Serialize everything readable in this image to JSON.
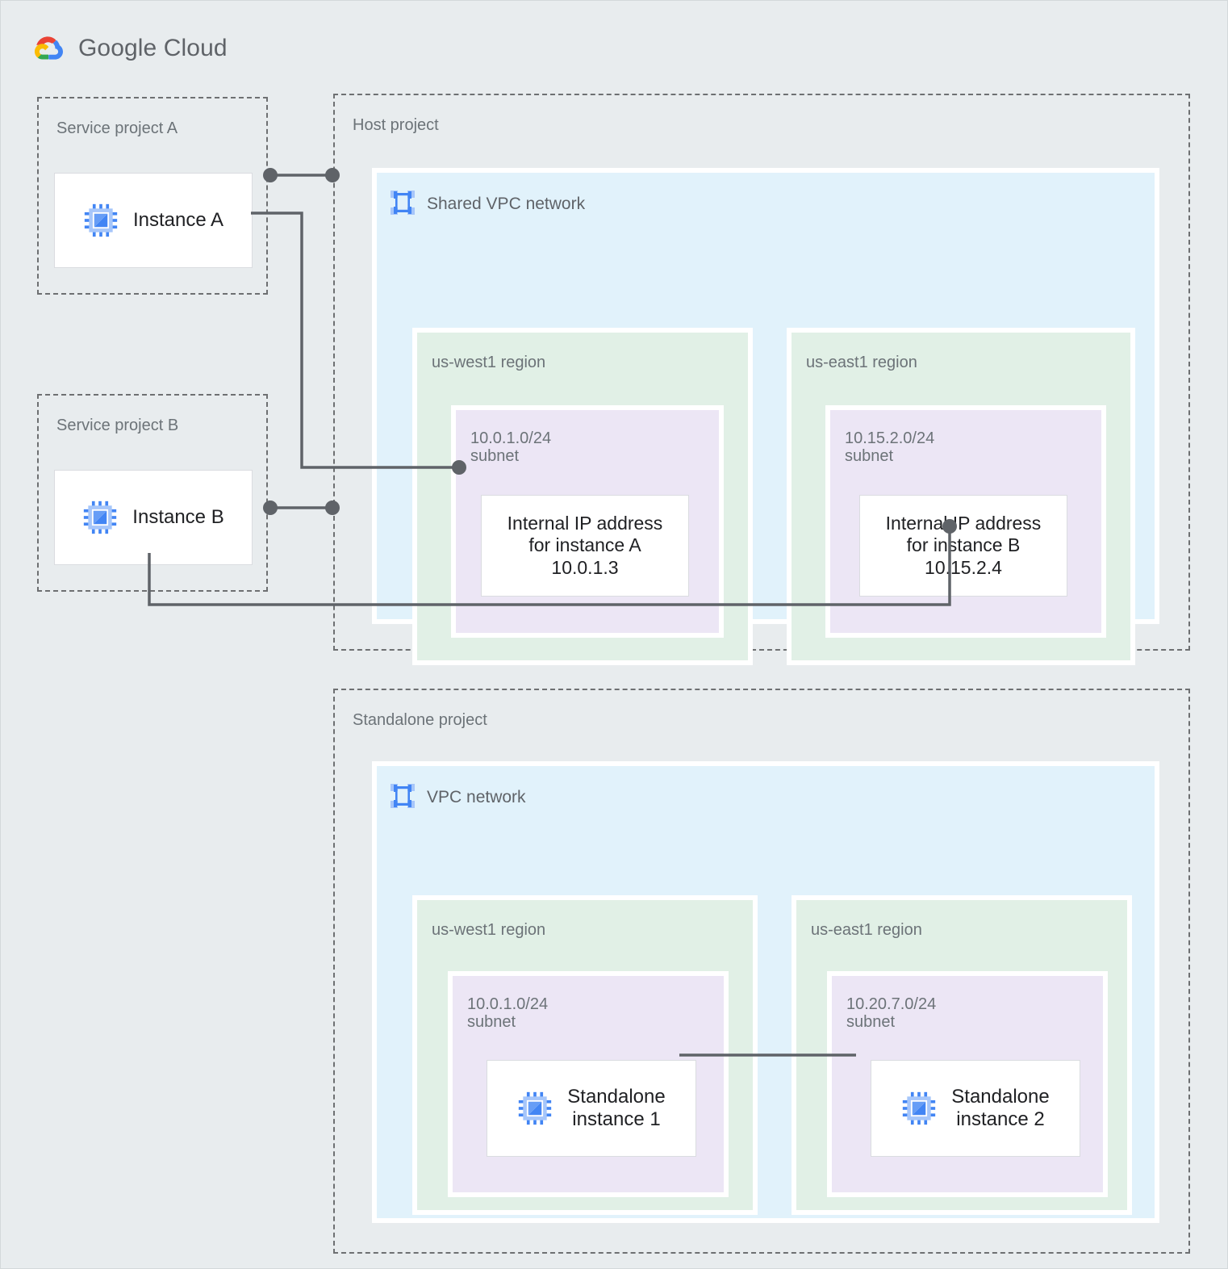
{
  "brand": {
    "name_bold": "Google",
    "name_light": " Cloud",
    "logo_icon": "google-cloud-logo",
    "colors": {
      "red": "#ea4335",
      "yellow": "#fbbc04",
      "green": "#34a853",
      "blue": "#4285f4"
    }
  },
  "palette": {
    "page_background": "#e8ecee",
    "project_border": "#6e7072",
    "vpc_fill": "#e1f2fb",
    "region_fill": "#e1f0e6",
    "subnet_fill": "#ece6f5",
    "card_fill": "#ffffff",
    "card_border": "#dadce0",
    "wire": "#5f6368",
    "label_text": "#6c7378",
    "card_text": "#202124",
    "icon_blue": "#4285f4",
    "icon_blue_light": "#a6c6fa"
  },
  "projects": [
    {
      "id": "service-project-a",
      "label": "Service project A"
    },
    {
      "id": "host-project",
      "label": "Host project"
    },
    {
      "id": "service-project-b",
      "label": "Service project B"
    },
    {
      "id": "standalone-project",
      "label": "Standalone project"
    }
  ],
  "networks": [
    {
      "id": "shared-vpc",
      "label": "Shared VPC network",
      "icon": "vpc-network-icon"
    },
    {
      "id": "standalone-vpc",
      "label": "VPC network",
      "icon": "vpc-network-icon"
    }
  ],
  "regions": [
    {
      "id": "host-us-west1",
      "label": "us-west1 region"
    },
    {
      "id": "host-us-east1",
      "label": "us-east1 region"
    },
    {
      "id": "standalone-us-west1",
      "label": "us-west1 region"
    },
    {
      "id": "standalone-us-east1",
      "label": "us-east1 region"
    }
  ],
  "subnets": [
    {
      "id": "host-subnet-west",
      "cidr": "10.0.1.0/24",
      "label": "10.0.1.0/24\nsubnet"
    },
    {
      "id": "host-subnet-east",
      "cidr": "10.15.2.0/24",
      "label": "10.15.2.0/24\nsubnet"
    },
    {
      "id": "standalone-subnet-west",
      "cidr": "10.0.1.0/24",
      "label": "10.0.1.0/24\nsubnet"
    },
    {
      "id": "standalone-subnet-east",
      "cidr": "10.20.7.0/24",
      "label": "10.20.7.0/24\nsubnet"
    }
  ],
  "instances": [
    {
      "id": "instance-a",
      "label": "Instance A",
      "icon": "vm-instance-icon"
    },
    {
      "id": "instance-b",
      "label": "Instance B",
      "icon": "vm-instance-icon"
    },
    {
      "id": "standalone-instance-1",
      "label": "Standalone\ninstance 1",
      "icon": "vm-instance-icon"
    },
    {
      "id": "standalone-instance-2",
      "label": "Standalone\ninstance 2",
      "icon": "vm-instance-icon"
    }
  ],
  "ip_cards": [
    {
      "id": "internal-ip-instance-a",
      "label": "Internal IP address\nfor instance A\n10.0.1.3",
      "ip": "10.0.1.3",
      "for_instance": "instance A"
    },
    {
      "id": "internal-ip-instance-b",
      "label": "Internal IP address\nfor instance B\n10.15.2.4",
      "ip": "10.15.2.4",
      "for_instance": "instance B"
    }
  ],
  "connections": [
    {
      "id": "conn-instance-a-to-host",
      "from": "instance-a",
      "to": "host-project",
      "style": "dot-line-dot"
    },
    {
      "id": "conn-instance-a-to-ip-a",
      "from": "instance-a",
      "to": "internal-ip-instance-a",
      "style": "elbow-dot"
    },
    {
      "id": "conn-instance-b-to-host",
      "from": "instance-b",
      "to": "host-project",
      "style": "dot-line-dot"
    },
    {
      "id": "conn-instance-b-to-ip-b",
      "from": "instance-b",
      "to": "internal-ip-instance-b",
      "style": "elbow-dot"
    },
    {
      "id": "conn-standalone-1-to-2",
      "from": "standalone-instance-1",
      "to": "standalone-instance-2",
      "style": "line"
    }
  ]
}
